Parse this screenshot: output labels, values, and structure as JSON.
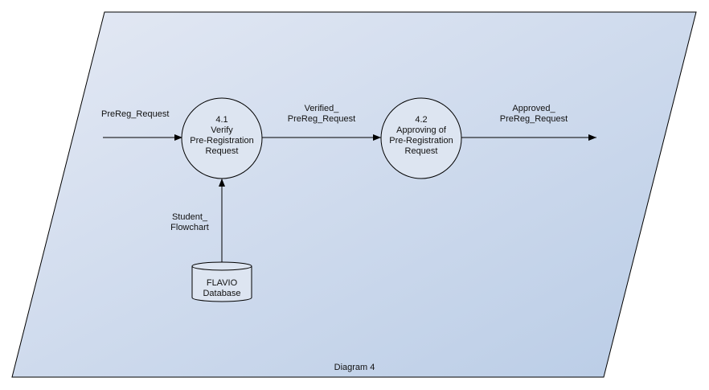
{
  "diagram": {
    "caption": "Diagram 4",
    "processes": [
      {
        "number": "4.1",
        "lines": [
          "Verify",
          "Pre-Registration",
          "Request"
        ]
      },
      {
        "number": "4.2",
        "lines": [
          "Approving of",
          "Pre-Registration",
          "Request"
        ]
      }
    ],
    "datastore": {
      "lines": [
        "FLAVIO",
        "Database"
      ]
    },
    "flows": [
      {
        "lines": [
          "PreReg_Request"
        ]
      },
      {
        "lines": [
          "Verified_",
          "PreReg_Request"
        ]
      },
      {
        "lines": [
          "Approved_",
          "PreReg_Request"
        ]
      },
      {
        "lines": [
          "Student_",
          "Flowchart"
        ]
      }
    ]
  },
  "colors": {
    "gradient_start": "#e4e9f4",
    "gradient_end": "#b9cce6",
    "process_fill": "#dde5f1",
    "stroke": "#000000"
  }
}
